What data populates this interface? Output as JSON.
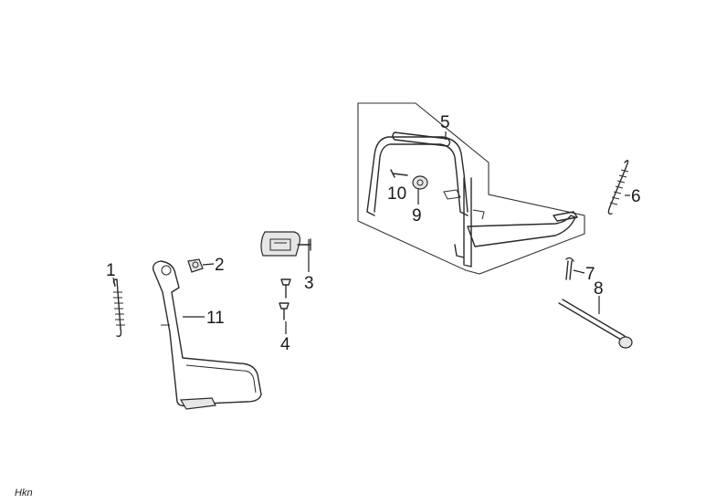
{
  "diagram": {
    "callouts": [
      {
        "id": "1",
        "label": "1"
      },
      {
        "id": "2",
        "label": "2"
      },
      {
        "id": "3",
        "label": "3"
      },
      {
        "id": "4",
        "label": "4"
      },
      {
        "id": "5",
        "label": "5"
      },
      {
        "id": "6",
        "label": "6"
      },
      {
        "id": "7",
        "label": "7"
      },
      {
        "id": "8",
        "label": "8"
      },
      {
        "id": "9",
        "label": "9"
      },
      {
        "id": "10",
        "label": "10"
      },
      {
        "id": "11",
        "label": "11"
      }
    ]
  },
  "footer": {
    "text": "Hkn"
  }
}
